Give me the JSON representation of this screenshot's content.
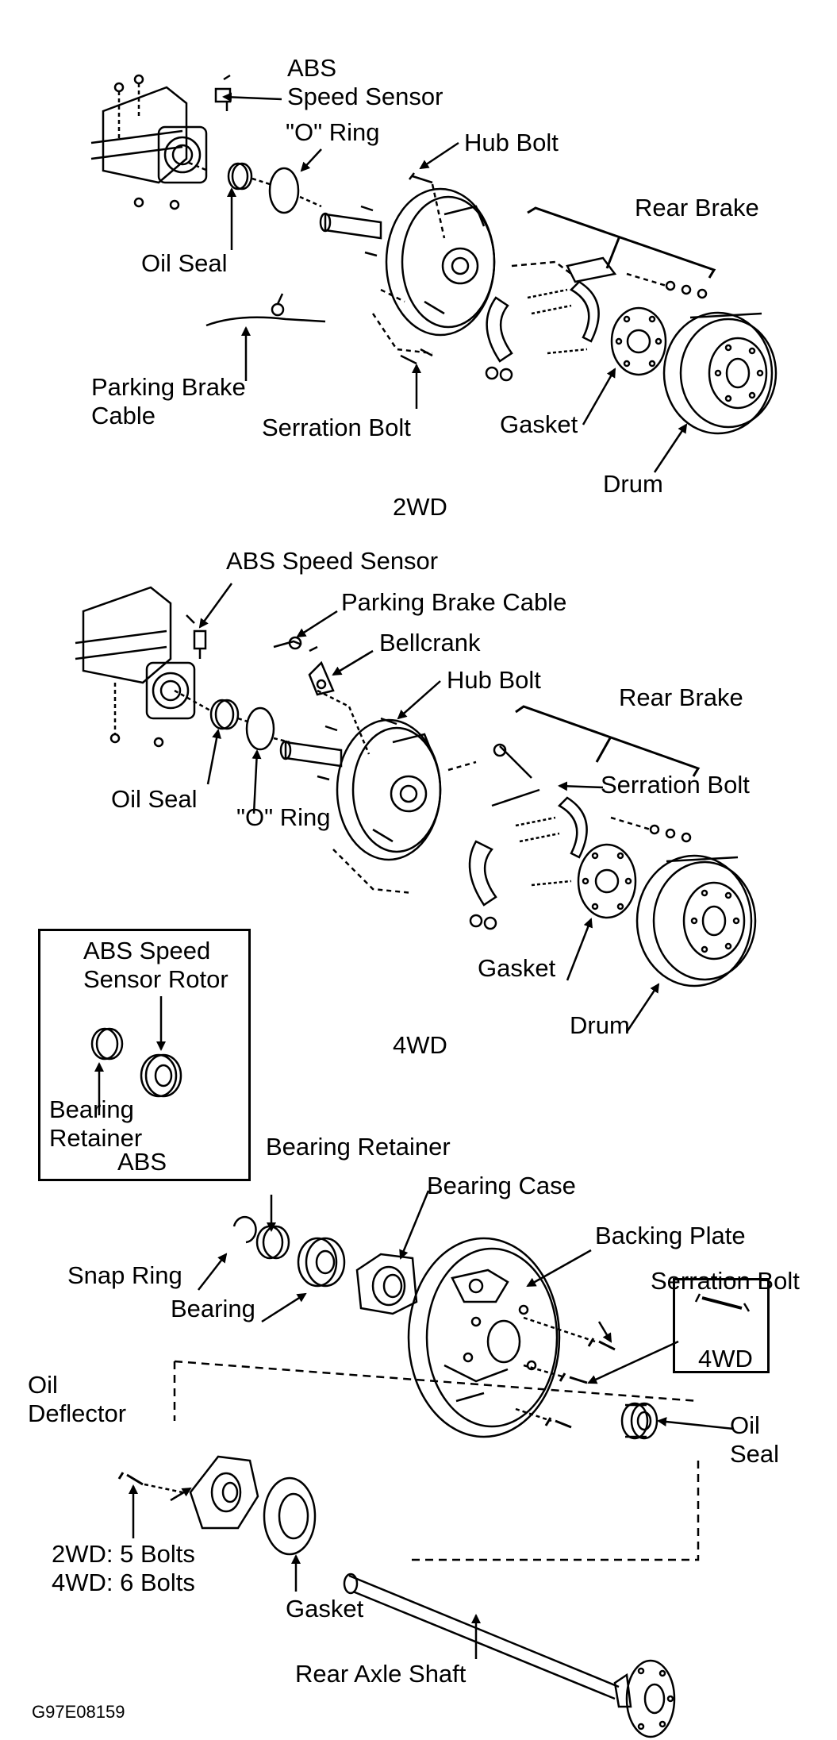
{
  "figure_code": "G97E08159",
  "sections": {
    "wd2": {
      "title": "2WD",
      "labels": {
        "abs_speed_sensor": "ABS\nSpeed Sensor",
        "o_ring": "\"O\" Ring",
        "hub_bolt": "Hub Bolt",
        "rear_brake": "Rear Brake",
        "oil_seal": "Oil Seal",
        "parking_brake_cable": "Parking Brake\nCable",
        "serration_bolt": "Serration Bolt",
        "gasket": "Gasket",
        "drum": "Drum"
      }
    },
    "wd4": {
      "title": "4WD",
      "labels": {
        "abs_speed_sensor": "ABS Speed Sensor",
        "parking_brake_cable": "Parking Brake Cable",
        "bellcrank": "Bellcrank",
        "hub_bolt": "Hub Bolt",
        "rear_brake": "Rear Brake",
        "serration_bolt": "Serration Bolt",
        "oil_seal": "Oil Seal",
        "o_ring": "\"O\" Ring",
        "gasket": "Gasket",
        "drum": "Drum"
      }
    },
    "axle": {
      "abs_box": {
        "rotor": "ABS Speed\nSensor Rotor",
        "retainer": "Bearing\nRetainer",
        "caption": "ABS"
      },
      "wd4_box": {
        "caption": "4WD"
      },
      "labels": {
        "bearing_retainer": "Bearing Retainer",
        "bearing_case": "Bearing Case",
        "backing_plate": "Backing Plate",
        "serration_bolt": "Serration Bolt",
        "snap_ring": "Snap Ring",
        "bearing": "Bearing",
        "oil_deflector": "Oil\nDeflector",
        "oil_seal": "Oil\nSeal",
        "bolts": "2WD: 5 Bolts\n4WD: 6 Bolts",
        "gasket": "Gasket",
        "rear_axle_shaft": "Rear Axle Shaft"
      }
    }
  }
}
